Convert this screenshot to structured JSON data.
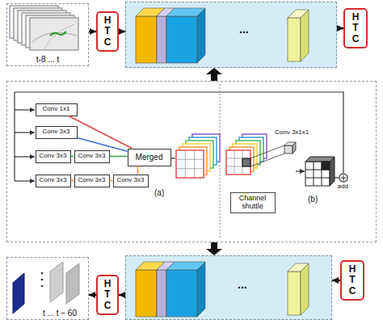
{
  "diagram": {
    "nodes": [
      {
        "text": [
          "t-8 ... t"
        ]
      },
      {
        "text": [
          "H T C"
        ]
      },
      {
        "text": [
          "..."
        ]
      },
      {
        "text": [
          "H T C"
        ]
      },
      {
        "text": [
          "(a)",
          "(b)"
        ]
      },
      {
        "text": [
          "Conv 1x1"
        ],
        "in": 4
      },
      {
        "text": [
          "Conv 3x3"
        ],
        "in": 4
      },
      {
        "text": [
          "Conv 3x3"
        ],
        "in": 4
      },
      {
        "text": [
          "Conv 3x3"
        ],
        "in": 4
      },
      {
        "text": [
          "Conv 3x3"
        ],
        "in": 4
      },
      {
        "text": [
          "Conv 3x3"
        ],
        "in": 4
      },
      {
        "text": [
          "Conv 3x3"
        ],
        "in": 4
      },
      {
        "text": [
          "Merged"
        ],
        "in": 4
      },
      {
        "text": [
          "Channel shuttle"
        ],
        "in": 4
      },
      {
        "text": [
          "add"
        ],
        "in": 4
      },
      {
        "text": [
          "t ... t − 60"
        ]
      },
      {
        "text": [
          "H T C"
        ]
      },
      {
        "text": [
          "..."
        ]
      },
      {
        "text": [
          "H T C"
        ]
      }
    ],
    "edges": [
      {
        "from": 0,
        "to": 1,
        "arrow": "to"
      },
      {
        "from": 1,
        "to": 2,
        "arrow": "to"
      },
      {
        "from": 2,
        "to": 3,
        "arrow": "to"
      },
      {
        "from": 4,
        "to": 2,
        "arrow": "to"
      },
      {
        "from": 4,
        "to": 17,
        "arrow": "to"
      },
      {
        "from": 18,
        "to": 17,
        "arrow": "to"
      },
      {
        "from": 17,
        "to": 16,
        "arrow": "to"
      },
      {
        "from": 16,
        "to": 15,
        "arrow": "to"
      },
      {
        "from": 5,
        "to": 12,
        "arrow": "none"
      },
      {
        "from": 6,
        "to": 12,
        "arrow": "none"
      },
      {
        "from": 7,
        "to": 8,
        "arrow": "none"
      },
      {
        "from": 8,
        "to": 12,
        "arrow": "none"
      },
      {
        "from": 9,
        "to": 10,
        "arrow": "none"
      },
      {
        "from": 10,
        "to": 11,
        "arrow": "none"
      },
      {
        "from": 11,
        "to": 12,
        "arrow": "none"
      }
    ],
    "labels": [
      "Conv 3x1x1"
    ]
  }
}
